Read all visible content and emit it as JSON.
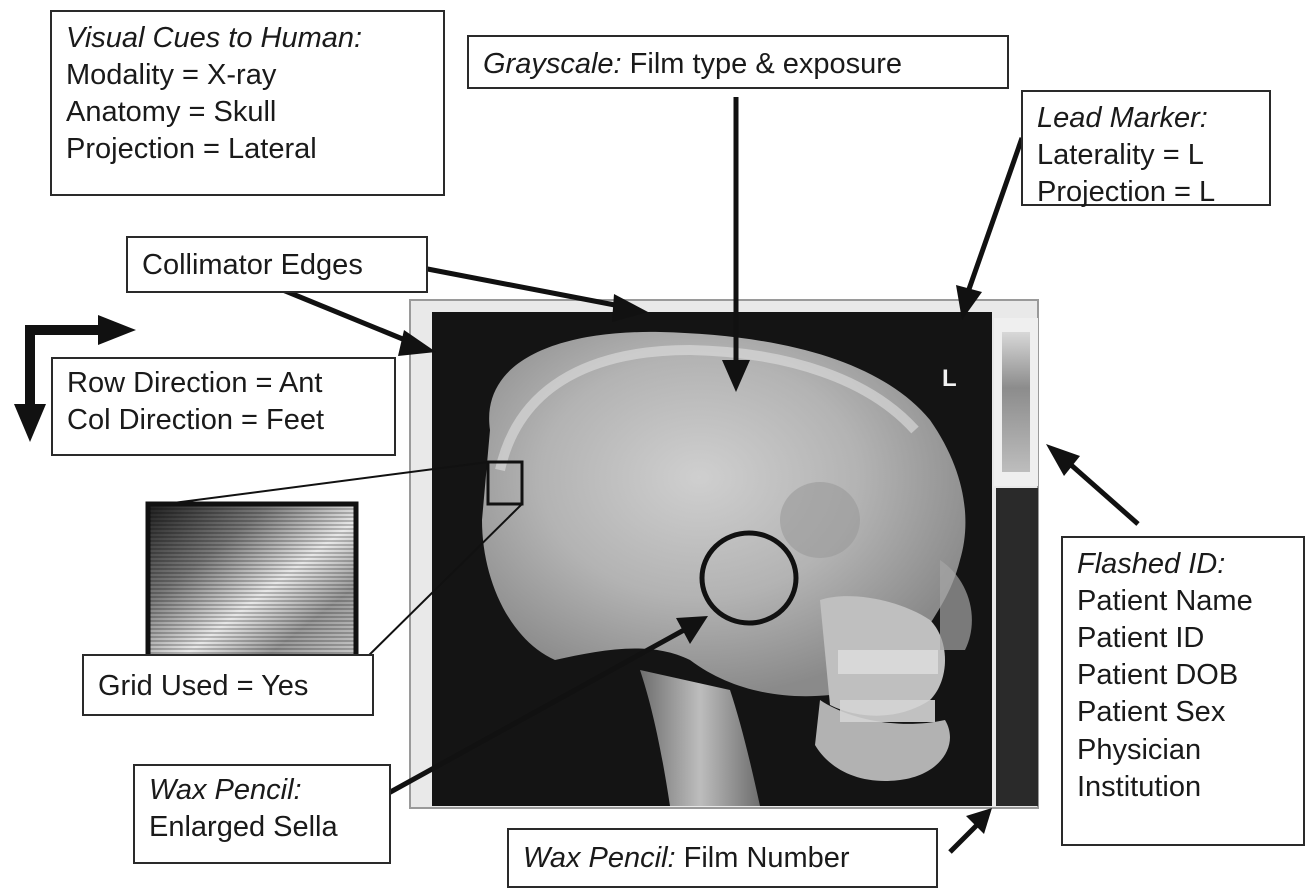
{
  "visual_cues": {
    "title": "Visual Cues to Human:",
    "modality": "Modality = X-ray",
    "anatomy": "Anatomy = Skull",
    "projection": "Projection = Lateral"
  },
  "grayscale": {
    "title": "Grayscale:",
    "text": " Film type & exposure"
  },
  "lead_marker": {
    "title": "Lead Marker:",
    "laterality": "Laterality = L",
    "projection": "Projection = L",
    "film_letter": "L"
  },
  "collimator": {
    "label": "Collimator Edges"
  },
  "direction": {
    "row": "Row Direction = Ant",
    "col": "Col Direction = Feet"
  },
  "grid": {
    "label": "Grid Used = Yes"
  },
  "wax_pencil_sella": {
    "title": "Wax Pencil:",
    "text": "Enlarged Sella"
  },
  "wax_pencil_film": {
    "title": "Wax Pencil:",
    "text": " Film Number"
  },
  "flashed_id": {
    "title": "Flashed ID:",
    "items": [
      "Patient Name",
      "Patient ID",
      "Patient DOB",
      "Patient Sex",
      "Physician",
      "Institution"
    ]
  },
  "colors": {
    "ink": "#1a1a1a",
    "film_dark": "#141414",
    "film_frame": "#e6e6e6"
  }
}
